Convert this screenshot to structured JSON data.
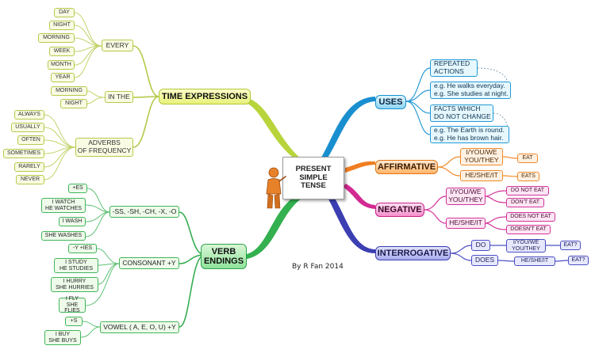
{
  "center_title": "PRESENT\nSIMPLE\nTENSE",
  "credit": "By R Fan 2014",
  "icons": {
    "center": "presenter-figure-icon"
  },
  "colors": {
    "time": "#b3c83a",
    "verb": "#2ea24a",
    "uses": "#1690cf",
    "affirmative": "#e27214",
    "negative": "#c72287",
    "interrogative": "#3c3fb2"
  },
  "time_expressions": {
    "label": "TIME EXPRESSIONS",
    "every": {
      "label": "EVERY",
      "items": [
        "DAY",
        "NIGHT",
        "MORNING",
        "WEEK",
        "MONTH",
        "YEAR"
      ]
    },
    "in_the": {
      "label": "IN THE",
      "items": [
        "MORNING",
        "NIGHT"
      ]
    },
    "adverbs": {
      "label": "ADVERBS\nOF FREQUENCY",
      "items": [
        "ALWAYS",
        "USUALLY",
        "OFTEN",
        "SOMETIMES",
        "RARELY",
        "NEVER"
      ]
    }
  },
  "verb_endings": {
    "label": "VERB\nENDINGS",
    "ss": {
      "label": "-SS, -SH, -CH, -X, -O",
      "items": [
        "+ES",
        "I WATCH\nHE WATCHES",
        "I WASH",
        "SHE WASHES"
      ]
    },
    "consonant": {
      "label": "CONSONANT +Y",
      "items": [
        "-Y +IES",
        "I STUDY\nHE STUDIES",
        "I HURRY\nSHE HURRIES",
        "I FLY\nSHE FLIES"
      ]
    },
    "vowel": {
      "label": "VOWEL ( A, E, O, U) +Y",
      "items": [
        "+S",
        "I BUY\nSHE BUYS"
      ]
    }
  },
  "uses": {
    "label": "USES",
    "items": [
      "REPEATED\nACTIONS",
      "e.g. He walks everyday.\ne.g. She studies at night.",
      "FACTS WHICH\nDO NOT CHANGE",
      "e.g. The Earth is round.\ne.g. He has brown hair."
    ]
  },
  "affirmative": {
    "label": "AFFIRMATIVE",
    "rows": [
      {
        "subject": "I/YOU/WE\nYOU/THEY",
        "verb": "EAT"
      },
      {
        "subject": "HE/SHE/IT",
        "verb": "EATS"
      }
    ]
  },
  "negative": {
    "label": "NEGATIVE",
    "rows": [
      {
        "subject": "I/YOU/WE\nYOU/THEY",
        "verbs": [
          "DO NOT EAT",
          "DON'T EAT"
        ]
      },
      {
        "subject": "HE/SHE/IT",
        "verbs": [
          "DOES NOT EAT",
          "DOESN'T EAT"
        ]
      }
    ]
  },
  "interrogative": {
    "label": "INTERROGATIVE",
    "rows": [
      {
        "aux": "DO",
        "subject": "I/YOU/WE\nYOU/THEY",
        "verb": "EAT?"
      },
      {
        "aux": "DOES",
        "subject": "HE/SHE/IT",
        "verb": "EAT?"
      }
    ]
  }
}
